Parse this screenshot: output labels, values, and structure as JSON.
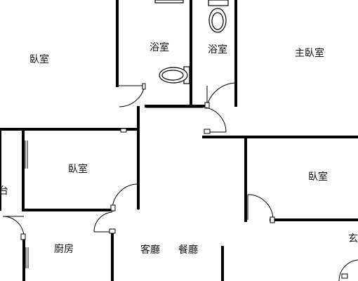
{
  "rooms": {
    "bedroom_nw": "臥室",
    "bath_1": "浴室",
    "bath_2": "浴室",
    "master_bedroom": "主臥室",
    "bedroom_mid": "臥室",
    "bedroom_e": "臥室",
    "balcony_partial": "台",
    "kitchen": "廚房",
    "living_room": "客廳",
    "dining_room": "餐廳",
    "entrance_partial": "玄"
  }
}
